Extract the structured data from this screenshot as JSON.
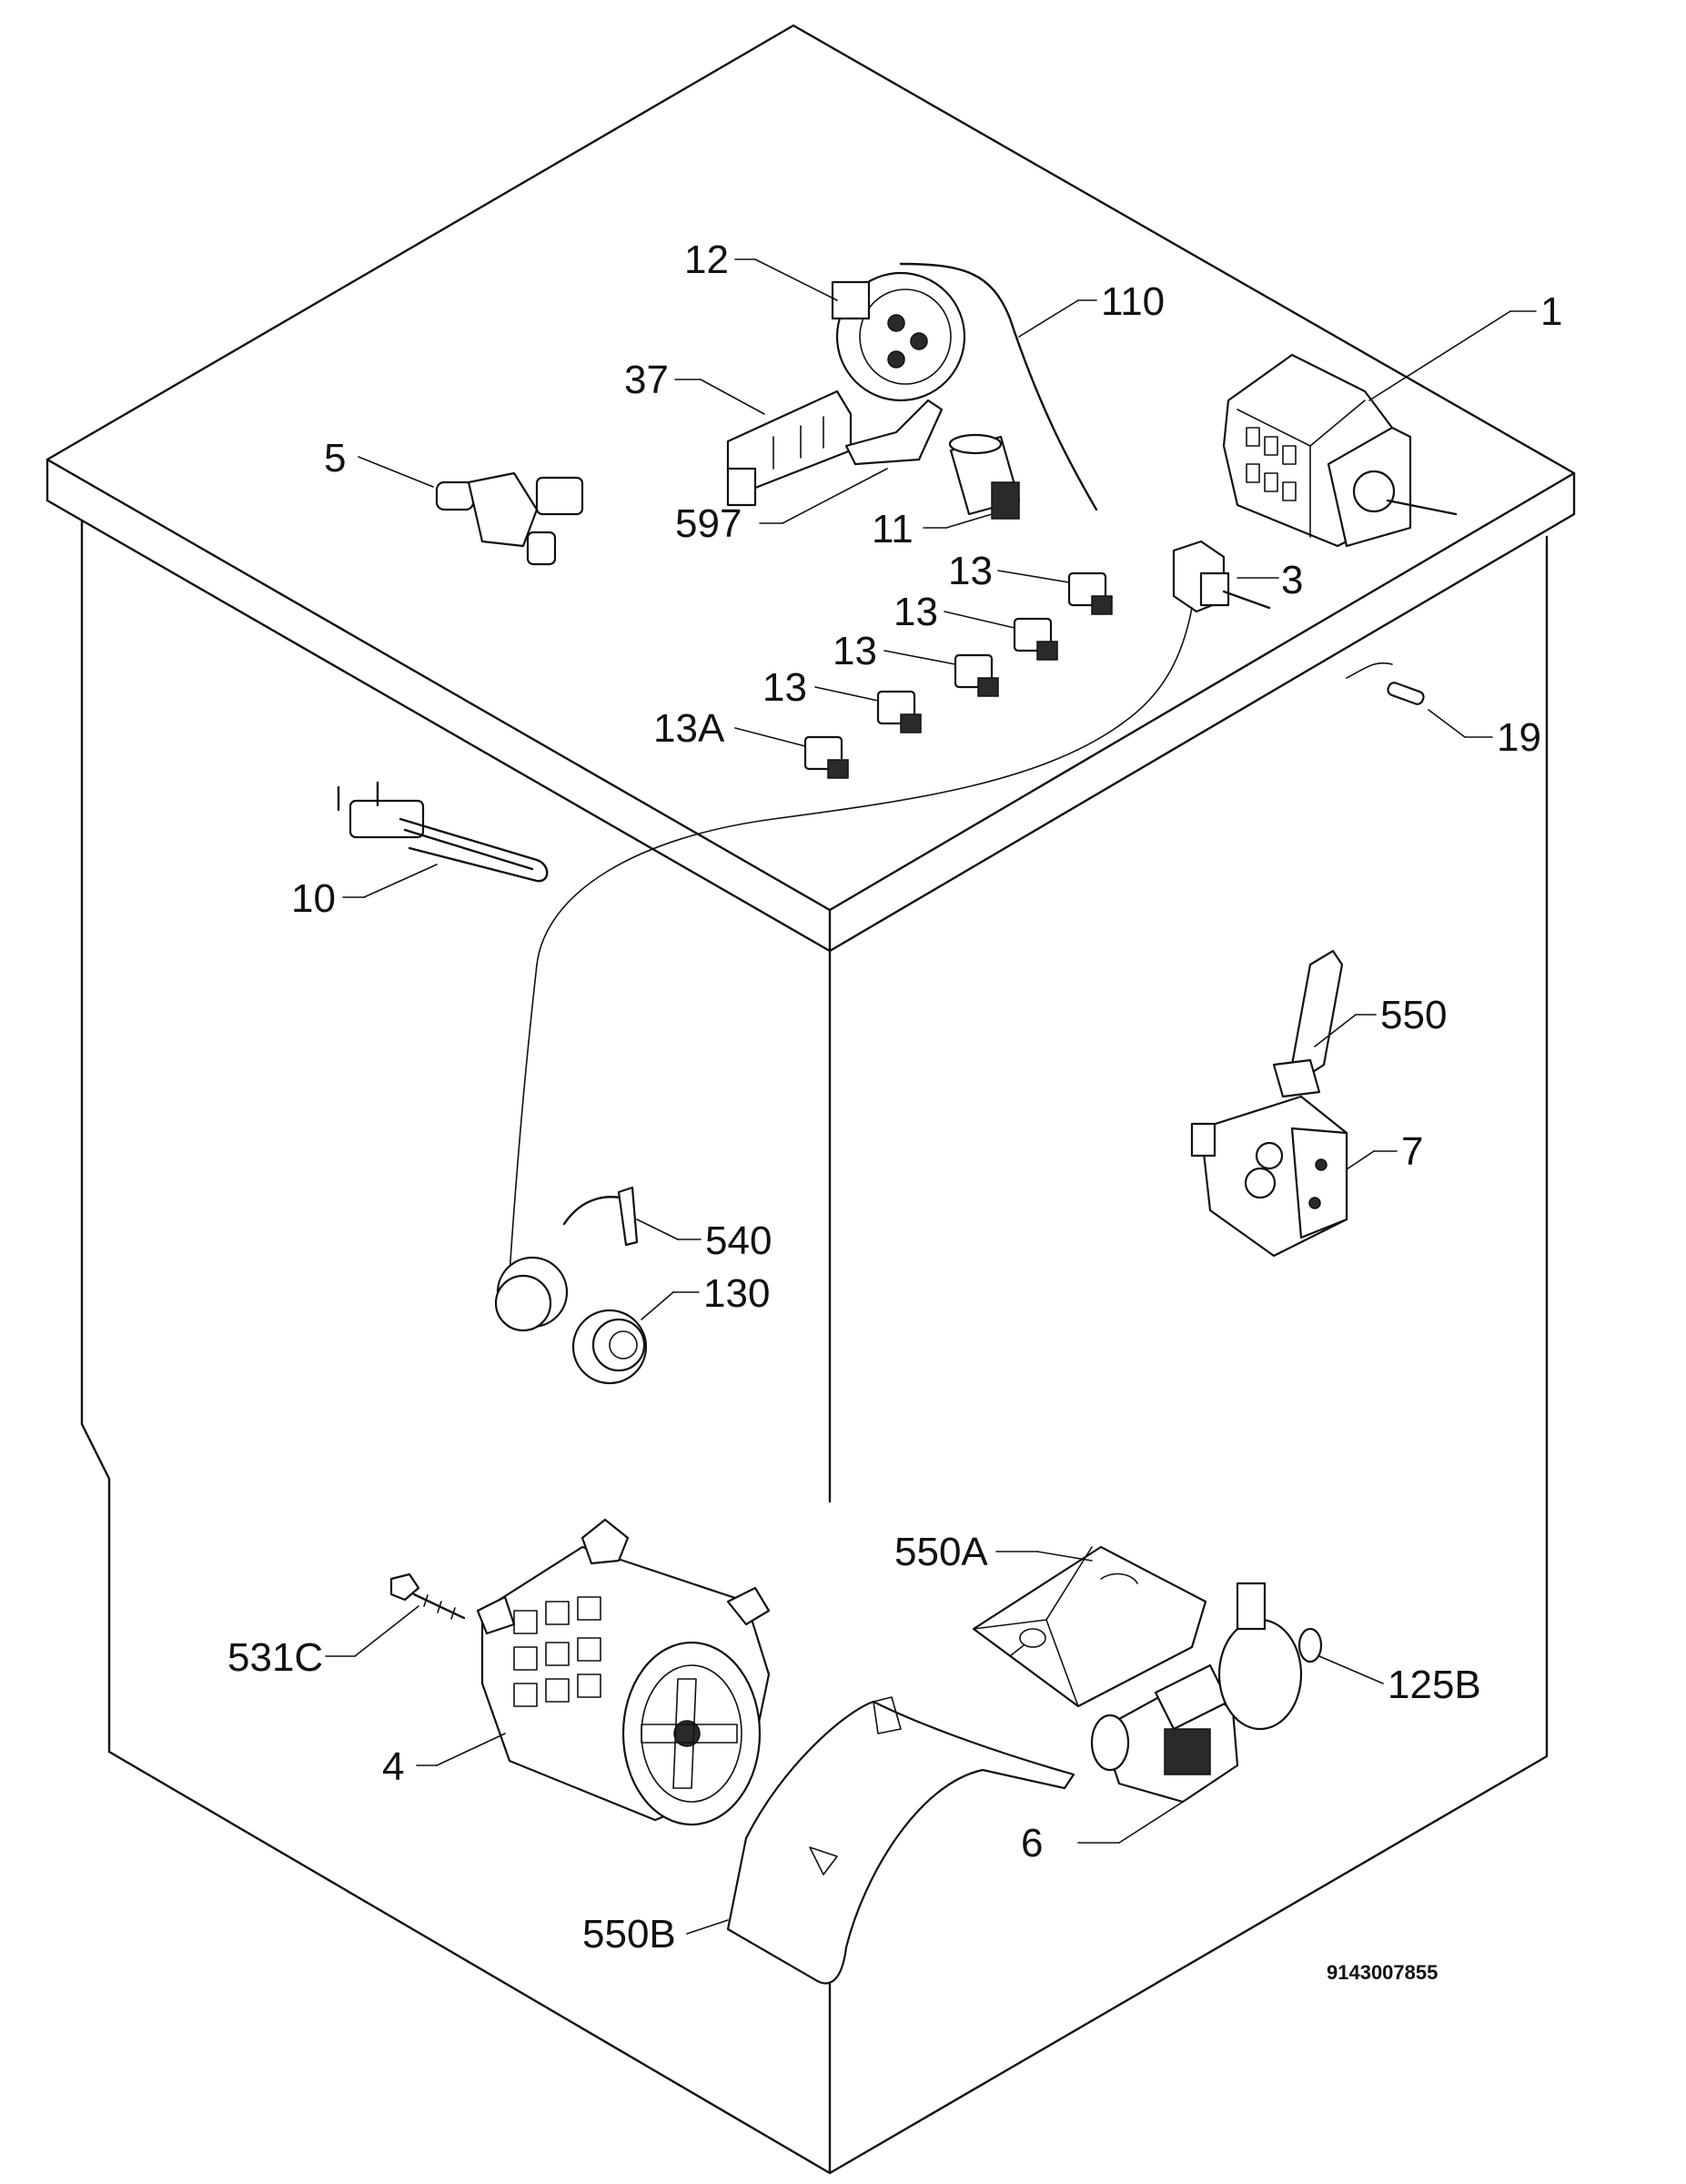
{
  "labels": {
    "l1": "1",
    "l3": "3",
    "l4": "4",
    "l5": "5",
    "l6": "6",
    "l7": "7",
    "l10": "10",
    "l11": "11",
    "l12": "12",
    "l13a": "13",
    "l13b": "13",
    "l13c": "13",
    "l13d": "13",
    "l13A": "13A",
    "l19": "19",
    "l37": "37",
    "l110": "110",
    "l125B": "125B",
    "l130": "130",
    "l531C": "531C",
    "l540": "540",
    "l550": "550",
    "l550A": "550A",
    "l550B": "550B",
    "l597": "597"
  },
  "drawing_code": "9143007855"
}
